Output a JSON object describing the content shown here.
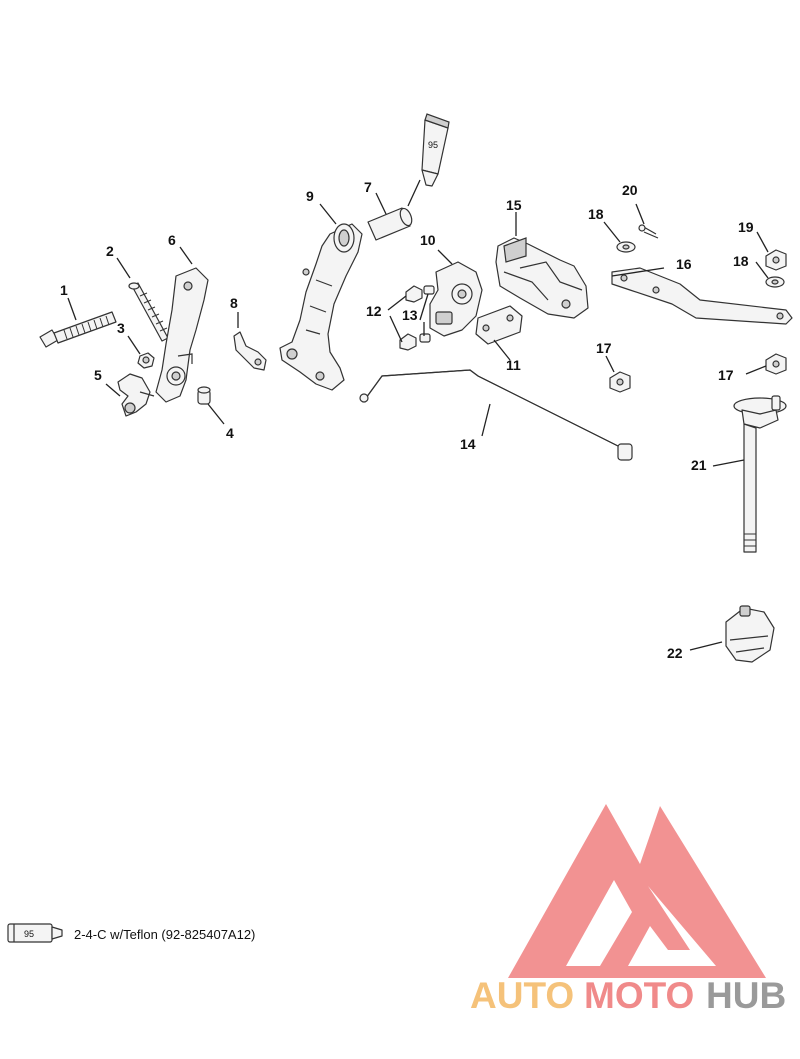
{
  "callouts": {
    "c1": "1",
    "c2": "2",
    "c3": "3",
    "c4": "4",
    "c5": "5",
    "c6": "6",
    "c7": "7",
    "c8": "8",
    "c9": "9",
    "c10": "10",
    "c11": "11",
    "c12": "12",
    "c13": "13",
    "c14": "14",
    "c15": "15",
    "c16": "16",
    "c17a": "17",
    "c17b": "17",
    "c18a": "18",
    "c18b": "18",
    "c19": "19",
    "c20": "20",
    "c21": "21",
    "c22": "22"
  },
  "sealant_tube_label": "95",
  "legend": {
    "tube_label": "95",
    "text": "2-4-C w/Teflon (92-825407A12)"
  },
  "watermark": {
    "part1": "AUTO",
    "part2": "MOTO",
    "part3": "HUB",
    "color_auto": "#f5c27a",
    "color_moto": "#f08a8a",
    "color_hub": "#9a9a9a",
    "logo_color": "#f08080"
  }
}
